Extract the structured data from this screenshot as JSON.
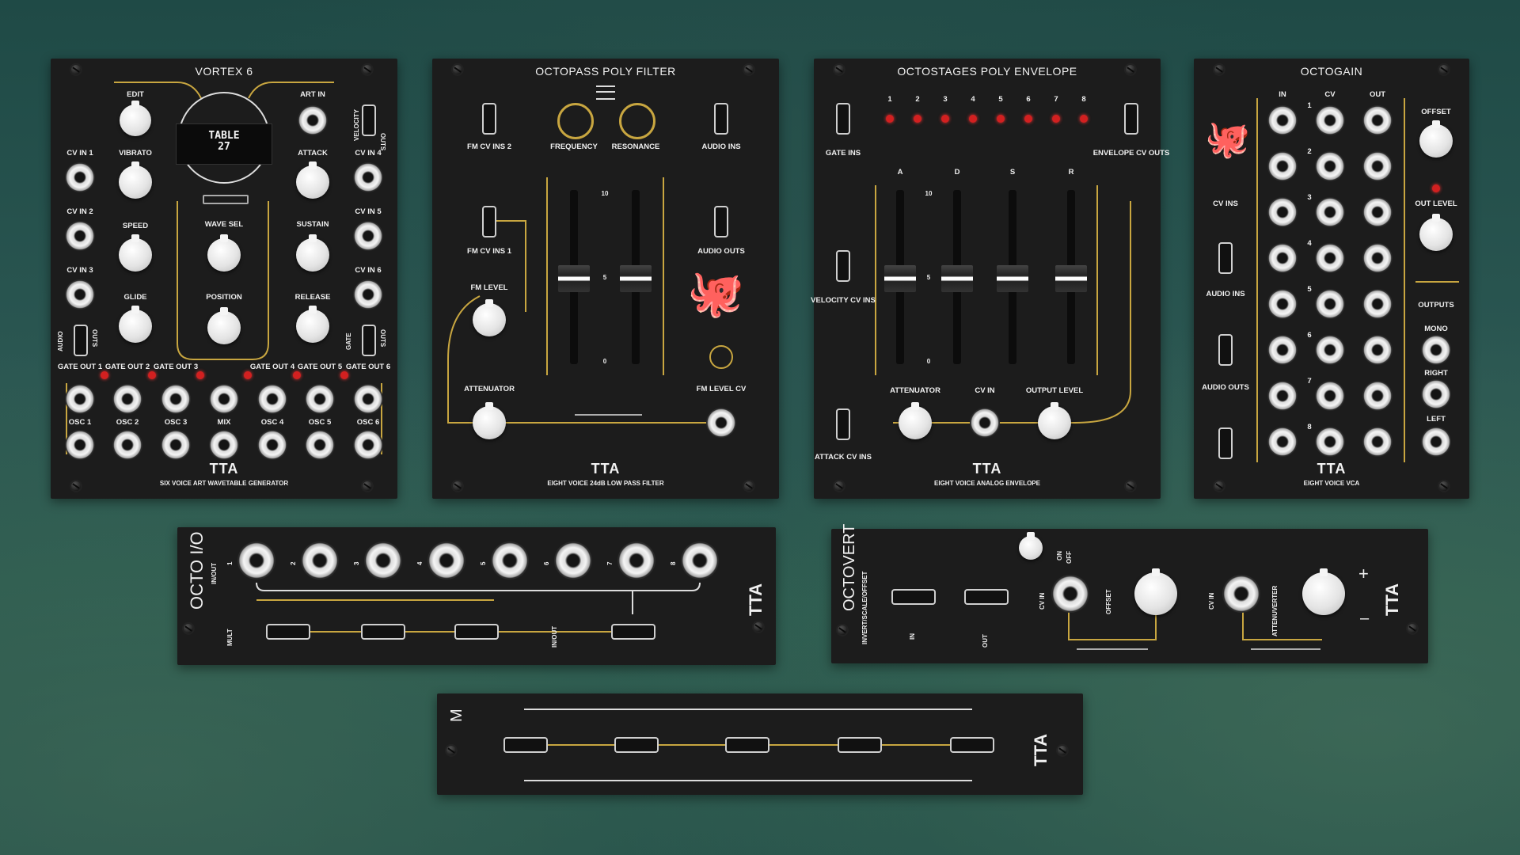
{
  "colors": {
    "panel": "#1c1c1c",
    "accent_gold": "#c8a640",
    "led_red": "#d22020",
    "text": "#f0f0f0"
  },
  "vortex": {
    "title": "VORTEX 6",
    "edit": "EDIT",
    "art_in": "ART IN",
    "velocity": "VELOCITY",
    "outs": "OUTS",
    "display_line1": "TABLE",
    "display_line2": "27",
    "cv_in": [
      "CV IN 1",
      "CV IN 2",
      "CV IN 3",
      "CV IN 4",
      "CV IN 5",
      "CV IN 6"
    ],
    "knobs_left": [
      "VIBRATO",
      "SPEED",
      "GLIDE"
    ],
    "knobs_mid": [
      "WAVE SEL",
      "POSITION"
    ],
    "knobs_right": [
      "ATTACK",
      "SUSTAIN",
      "RELEASE"
    ],
    "audio": "AUDIO",
    "gate": "GATE",
    "gate_outs": [
      "GATE OUT 1",
      "GATE OUT 2",
      "GATE OUT 3",
      "GATE OUT 4",
      "GATE OUT 5",
      "GATE OUT 6"
    ],
    "osc": [
      "OSC 1",
      "OSC 2",
      "OSC 3",
      "MIX",
      "OSC 4",
      "OSC 5",
      "OSC 6"
    ],
    "logo": "TTA",
    "subtitle": "SIX VOICE ART WAVETABLE GENERATOR"
  },
  "octopass": {
    "title": "OCTOPASS POLY FILTER",
    "fm_cv_ins_2": "FM CV INS 2",
    "frequency": "FREQUENCY",
    "resonance": "RESONANCE",
    "audio_ins": "AUDIO INS",
    "fm_cv_ins_1": "FM CV INS 1",
    "audio_outs": "AUDIO OUTS",
    "fm_level": "FM LEVEL",
    "attenuator": "ATTENUATOR",
    "fm_level_cv": "FM LEVEL CV",
    "scale": [
      "10",
      "5",
      "0"
    ],
    "logo": "TTA",
    "subtitle": "EIGHT VOICE 24dB LOW PASS FILTER"
  },
  "octostages": {
    "title": "OCTOSTAGES POLY ENVELOPE",
    "channels": [
      "1",
      "2",
      "3",
      "4",
      "5",
      "6",
      "7",
      "8"
    ],
    "gate_ins": "GATE INS",
    "envelope_cv_outs": "ENVELOPE CV OUTS",
    "stages": [
      "A",
      "D",
      "S",
      "R"
    ],
    "scale": [
      "10",
      "5",
      "0"
    ],
    "velocity_cv_ins": "VELOCITY CV INS",
    "attack_cv_ins": "ATTACK CV INS",
    "attenuator": "ATTENUATOR",
    "cv_in": "CV IN",
    "output_level": "OUTPUT LEVEL",
    "logo": "TTA",
    "subtitle": "EIGHT VOICE ANALOG ENVELOPE"
  },
  "octogain": {
    "title": "OCTOGAIN",
    "cols": [
      "IN",
      "CV",
      "OUT"
    ],
    "rows": [
      "1",
      "2",
      "3",
      "4",
      "5",
      "6",
      "7",
      "8"
    ],
    "offset": "OFFSET",
    "out_level": "OUT LEVEL",
    "outputs": "OUTPUTS",
    "mono": "MONO",
    "right": "RIGHT",
    "left": "LEFT",
    "cv_ins": "CV INS",
    "audio_ins": "AUDIO INS",
    "audio_outs": "AUDIO OUTS",
    "logo": "TTA",
    "subtitle": "EIGHT VOICE VCA"
  },
  "octoio": {
    "title": "OCTO I/O",
    "in_out": "IN/OUT",
    "mult": "MULT",
    "in_out2": "IN/OUT",
    "numbers": [
      "1",
      "2",
      "3",
      "4",
      "5",
      "6",
      "7",
      "8"
    ],
    "logo": "TTA"
  },
  "octovert": {
    "title": "OCTOVERT",
    "subtitle": "INVERT/SCALE/OFFSET",
    "on": "ON",
    "off": "OFF",
    "in": "IN",
    "out": "OUT",
    "cv_in": "CV IN",
    "offset": "OFFSET",
    "attenuverter": "ATTENUVERTER",
    "plus": "+",
    "minus": "–",
    "logo": "TTA"
  },
  "mult": {
    "title": "M",
    "logo": "TTA"
  }
}
